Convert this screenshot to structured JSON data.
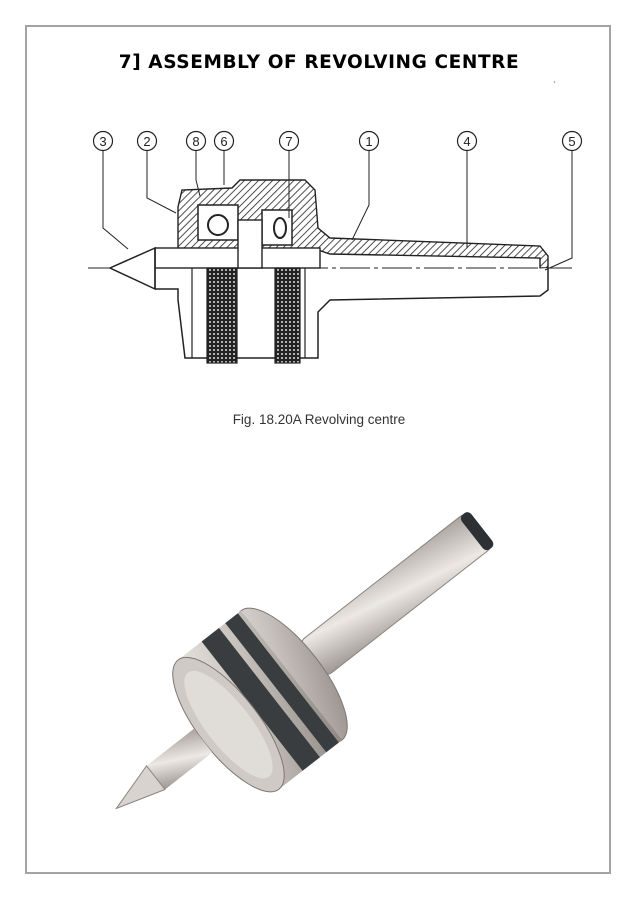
{
  "document": {
    "title": "7] ASSEMBLY OF REVOLVING CENTRE",
    "stray_mark": "ˎ"
  },
  "figure_drawing": {
    "caption": "Fig. 18.20A Revolving centre",
    "callouts": [
      {
        "number": "3",
        "part": "dead-centre-point"
      },
      {
        "number": "2",
        "part": "front-cover"
      },
      {
        "number": "8",
        "part": "grease-nipple"
      },
      {
        "number": "6",
        "part": "ball-bearing"
      },
      {
        "number": "7",
        "part": "thrust-bearing"
      },
      {
        "number": "1",
        "part": "body"
      },
      {
        "number": "4",
        "part": "taper-shank-sleeve"
      },
      {
        "number": "5",
        "part": "end-cap"
      }
    ]
  },
  "figure_photo": {
    "subject": "revolving-centre-photo",
    "colors": {
      "steel": "#c9c4c0",
      "knurl": "#3a3d3f",
      "shadow": "#8a8480"
    }
  }
}
